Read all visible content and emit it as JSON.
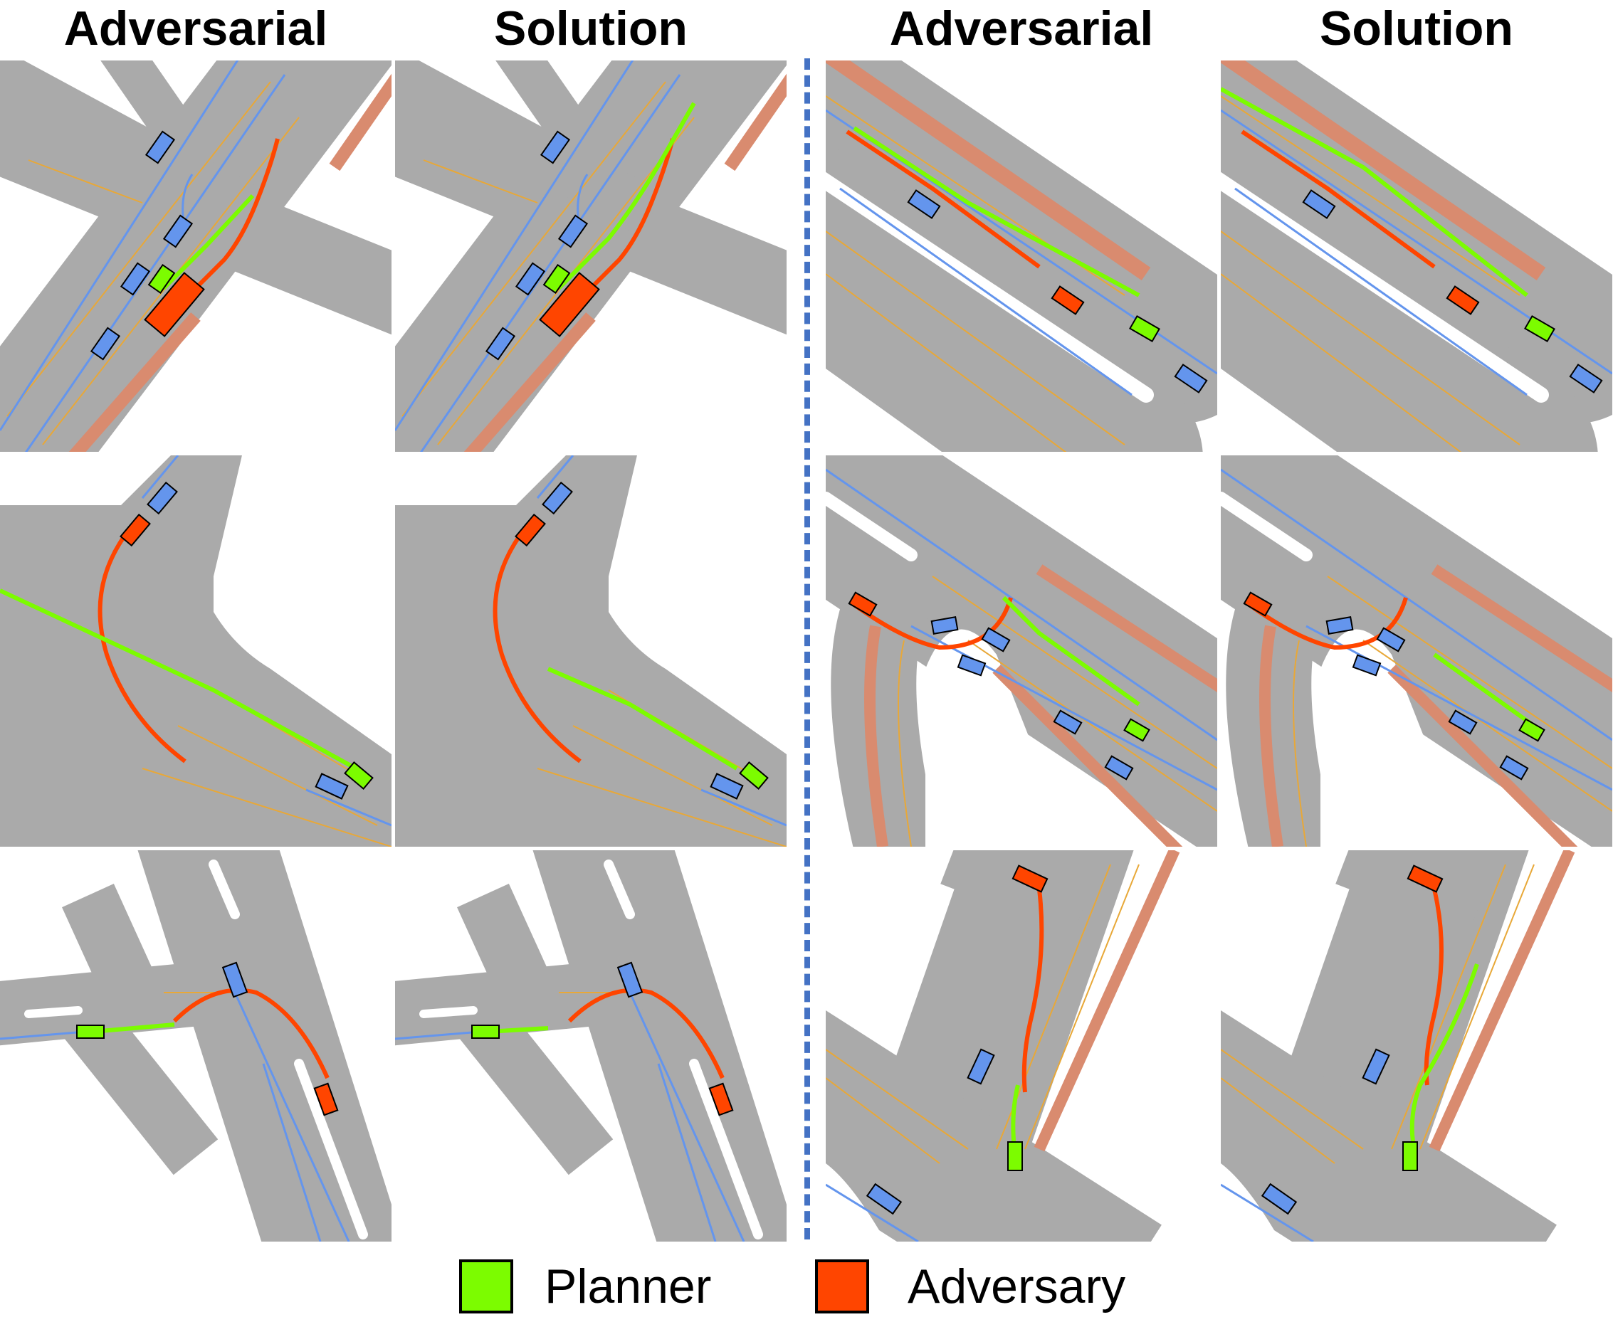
{
  "titles": [
    "Adversarial",
    "Solution",
    "Adversarial",
    "Solution"
  ],
  "legend": [
    {
      "label": "Planner",
      "color": "#7CFC00"
    },
    {
      "label": "Adversary",
      "color": "#FF4500"
    }
  ],
  "colors": {
    "road": "#aaaaaa",
    "lane_line": "#E8A838",
    "lane_path": "#6495ED",
    "curb": "#D98B6F",
    "planner": "#7CFC00",
    "adversary": "#FF4500",
    "other_vehicle": "#6495ED",
    "divider": "#4472C4"
  }
}
